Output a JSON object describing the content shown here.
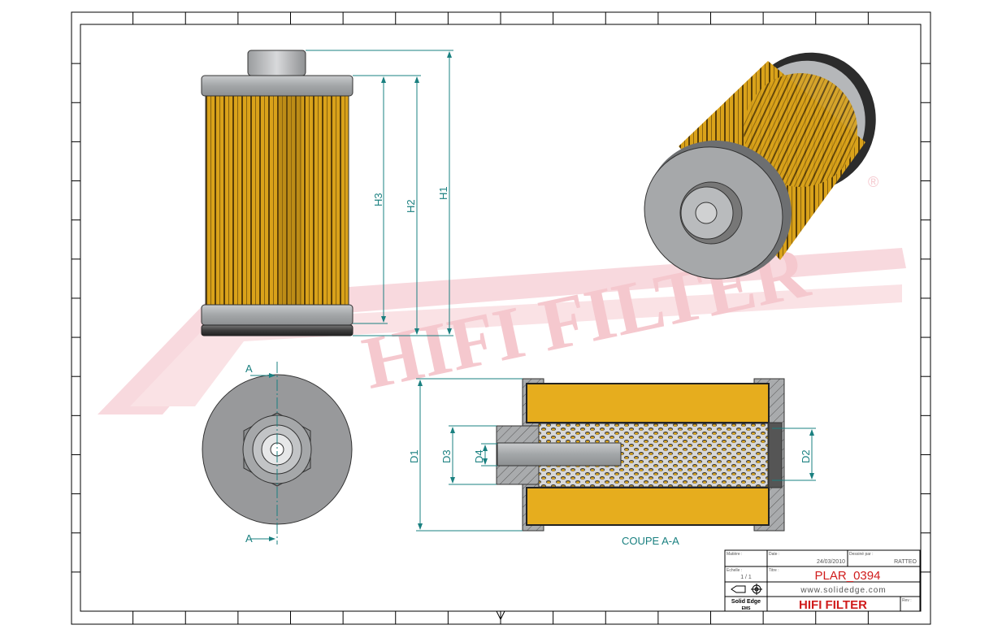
{
  "drawing": {
    "watermark": "HIFI FILTER",
    "registered_mark": "®",
    "section_label": "COUPE A-A",
    "section_marker": "A",
    "dimensions": {
      "h1": "H1",
      "h2": "H2",
      "h3": "H3",
      "d1": "D1",
      "d2": "D2",
      "d3": "D3",
      "d4": "D4"
    }
  },
  "title_block": {
    "matiere_label": "Matière :",
    "date_label": "Date :",
    "date": "24/03/2010",
    "dessine_label": "Dessiné par :",
    "drawn_by": "RATTEO",
    "echelle_label": "Echelle :",
    "scale": "1 / 1",
    "titre_label": "Titre :",
    "part_number": "PLAR_0394",
    "website": "www.solidedge.com",
    "software": "Solid Edge",
    "software_sub": "EMS",
    "company": "HIFI FILTER",
    "rev_label": "Rev :"
  },
  "colors": {
    "dimension": "#1a8080",
    "filter_media": "#e6ad1e",
    "title_red": "#d01c1c",
    "watermark": "#f5c6cc"
  }
}
